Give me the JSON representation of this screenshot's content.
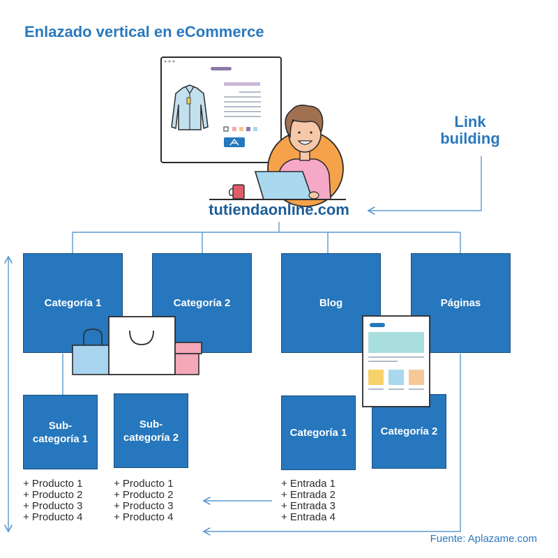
{
  "title": "Enlazado vertical en eCommerce",
  "link_building": "Link building",
  "site": "tutiendaonline.com",
  "top_boxes": [
    {
      "label": "Categoría 1"
    },
    {
      "label": "Categoría 2"
    },
    {
      "label": "Blog"
    },
    {
      "label": "Páginas"
    }
  ],
  "sub_boxes": [
    {
      "label": "Sub-categoría 1"
    },
    {
      "label": "Sub-categoría 2"
    },
    {
      "label": "Categoría 1"
    },
    {
      "label": "Categoría 2"
    }
  ],
  "lists": {
    "sub1": [
      "+ Producto 1",
      "+ Producto 2",
      "+ Producto 3",
      "+ Producto 4"
    ],
    "sub2": [
      "+ Producto 1",
      "+ Producto 2",
      "+ Producto 3",
      "+ Producto 4"
    ],
    "blog": [
      "+ Entrada 1",
      "+ Entrada 2",
      "+ Entrada 3",
      "+ Entrada 4"
    ]
  },
  "source": "Fuente: Aplazame.com",
  "colors": {
    "box_blue": "#2677bd",
    "title_blue": "#2a78bd",
    "line_blue": "#5b98d0",
    "skin": "#f6c7a8",
    "orange": "#f6a24a",
    "pink_shirt": "#f6a8c7",
    "laptop": "#a9d8ef"
  }
}
